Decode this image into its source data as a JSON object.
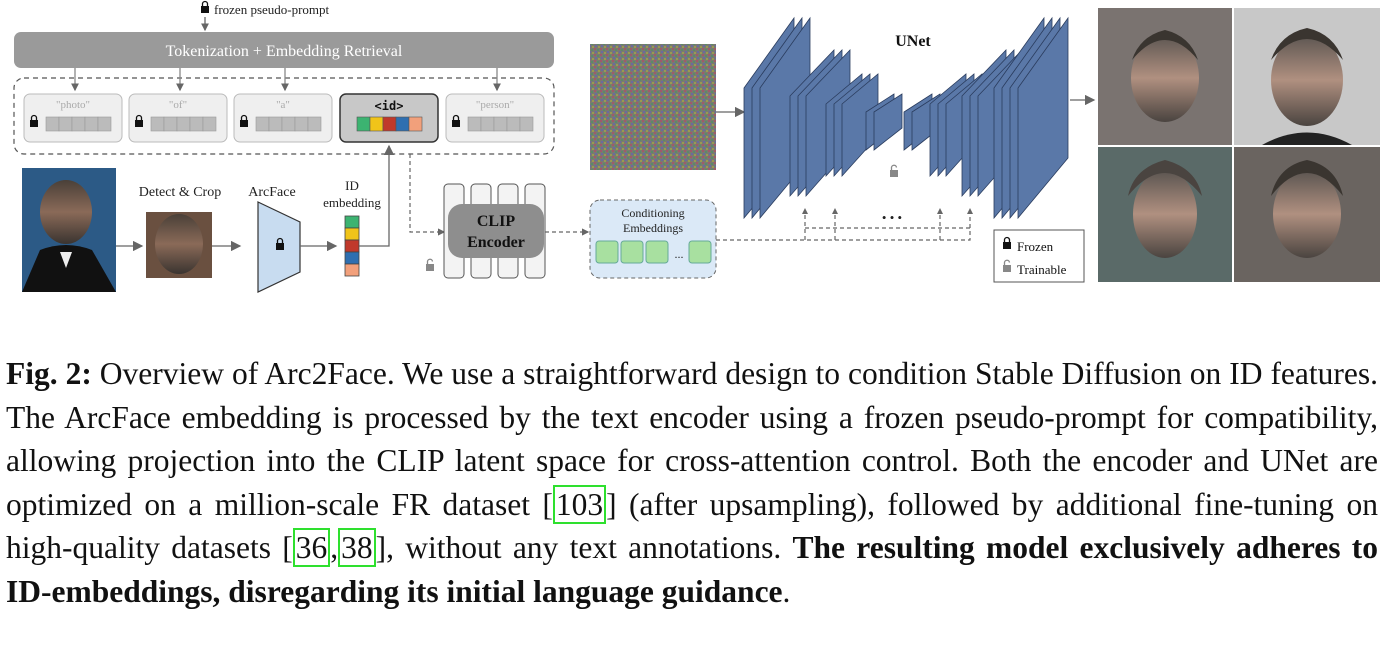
{
  "diagram": {
    "frozen_prompt_label": "frozen pseudo-prompt",
    "tokenization_label": "Tokenization + Embedding Retrieval",
    "tokens": [
      "\"photo\"",
      "\"of\"",
      "\"a\"",
      "<id>",
      "\"person\""
    ],
    "detect_crop_label": "Detect & Crop",
    "arcface_label": "ArcFace",
    "id_embedding_label_1": "ID",
    "id_embedding_label_2": "embedding",
    "clip_label_1": "CLIP",
    "clip_label_2": "Encoder",
    "conditioning_label_1": "Conditioning",
    "conditioning_label_2": "Embeddings",
    "cond_dots": "...",
    "unet_label": "UNet",
    "unet_dots": "• • •",
    "legend_frozen": "Frozen",
    "legend_trainable": "Trainable",
    "id_colors": [
      "#3cb371",
      "#f0c419",
      "#c0392b",
      "#2f6fb0",
      "#f2a07b"
    ]
  },
  "caption": {
    "fig_label": "Fig. 2:",
    "p1": " Overview of Arc2Face. We use a straightforward design to condition Stable Diffusion on ID features. The ArcFace embedding is processed by the text encoder using a frozen pseudo-prompt for compatibility, allowing projection into the CLIP latent space for cross-attention control. Both the encoder and UNet are optimized on a million-scale FR dataset [",
    "cite1": "103",
    "p2": "] (after upsampling), followed by additional fine-tuning on high-quality datasets [",
    "cite2": "36",
    "p3": ",",
    "cite3": "38",
    "p4": "], without any text annotations. ",
    "bold": "The resulting model exclusively adheres to ID-embeddings, disregarding its initial language guidance",
    "end": "."
  }
}
